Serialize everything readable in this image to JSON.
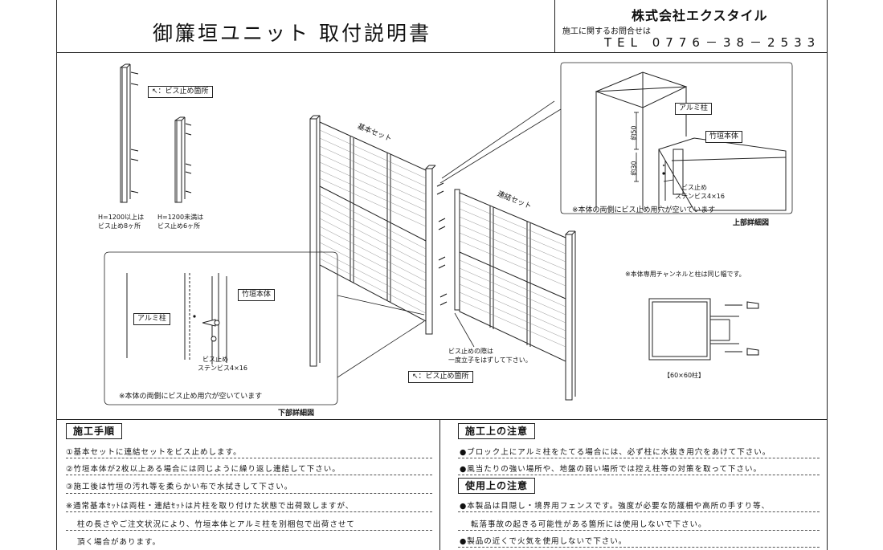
{
  "header": {
    "title": "御簾垣ユニット 取付説明書",
    "company": "株式会社エクスタイル",
    "inquiry": "施工に関するお問合せは",
    "tel": "TEL 0776－38－2533"
  },
  "figures": {
    "screw_location_legend": "：ビス止め箇所",
    "post_tall_caption": [
      "H=1200以上は",
      "ビス止め8ヶ所"
    ],
    "post_short_caption": [
      "H=1200未満は",
      "ビス止め6ヶ所"
    ],
    "basic_set_label": "基本セット",
    "linking_set_label": "連結セット",
    "upper_detail": {
      "alumi_post": "アルミ柱",
      "body": "竹垣本体",
      "dim_50": "約50",
      "dim_30": "約30",
      "screw": [
        "ビス止め",
        "ステンビス4×16"
      ],
      "note": "※本体の両側にビス止め用穴が空いています",
      "caption": "上部詳細図"
    },
    "lower_detail": {
      "alumi_post": "アルミ柱",
      "body": "竹垣本体",
      "screw": [
        "ビス止め",
        "ステンビス4×16"
      ],
      "note": "※本体の両側にビス止め用穴が空いています",
      "caption": "下部詳細図"
    },
    "screw_note": [
      "ビス止めの際は",
      "一度立子をはずして下さい。"
    ],
    "screw_location_legend_bottom": "：ビス止め箇所",
    "channel_note": "※本体専用チャンネルと柱は同じ幅です。",
    "section_caption": "【60×60柱】"
  },
  "procedure": {
    "heading": "施工手順",
    "lines": [
      "①基本セットに連結セットをビス止めします。",
      "②竹垣本体が2枚以上ある場合には同じように繰り返し連結して下さい。",
      "③施工後は竹垣の汚れ等を柔らかい布で水拭きして下さい。",
      "※通常基本ｾｯﾄは両柱・連結ｾｯﾄは片柱を取り付けた状態で出荷致しますが、",
      "柱の長さやご注文状況により、竹垣本体とアルミ柱を別梱包で出荷させて",
      "頂く場合があります。"
    ]
  },
  "caution_install": {
    "heading": "施工上の注意",
    "lines": [
      "●ブロック上にアルミ柱をたてる場合には、必ず柱に水抜き用穴をあけて下さい。",
      "●風当たりの強い場所や、地盤の弱い場所では控え柱等の対策を取って下さい。"
    ]
  },
  "caution_use": {
    "heading": "使用上の注意",
    "lines": [
      "●本製品は目隠し・境界用フェンスです。強度が必要な防護柵や高所の手すり等、",
      "転落事故の起きる可能性がある箇所には使用しないで下さい。",
      "●製品の近くで火気を使用しないで下さい。"
    ]
  }
}
